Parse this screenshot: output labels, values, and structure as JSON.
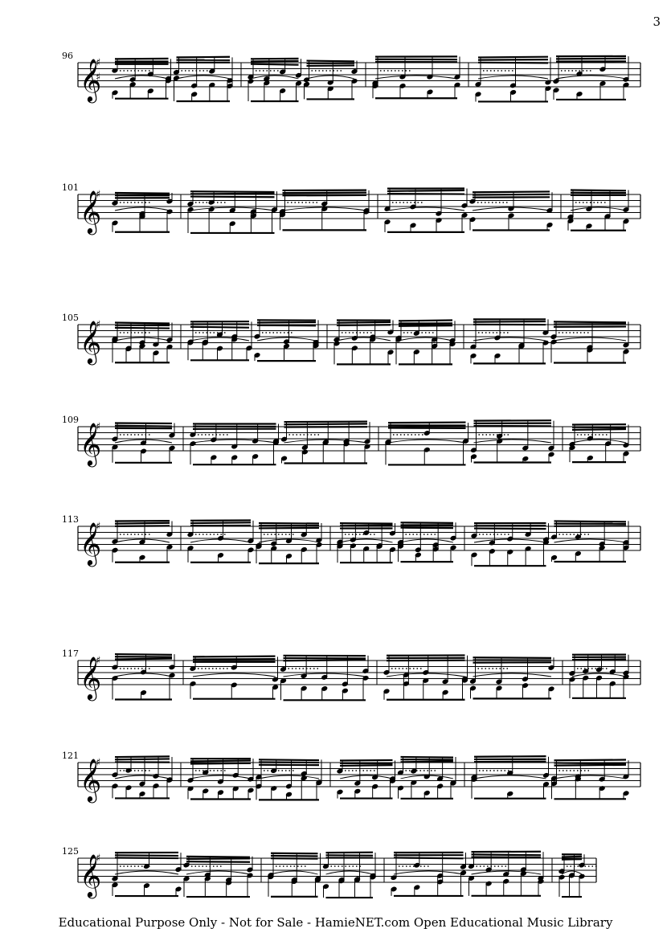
{
  "page": {
    "number": "3",
    "footer": "Educational Purpose Only - Not for Sale - HamieNET.com Open Educational Music Library"
  },
  "systems": [
    {
      "measure": "96"
    },
    {
      "measure": "101"
    },
    {
      "measure": "105"
    },
    {
      "measure": "109"
    },
    {
      "measure": "113"
    },
    {
      "measure": "117"
    },
    {
      "measure": "121"
    },
    {
      "measure": "125"
    }
  ]
}
